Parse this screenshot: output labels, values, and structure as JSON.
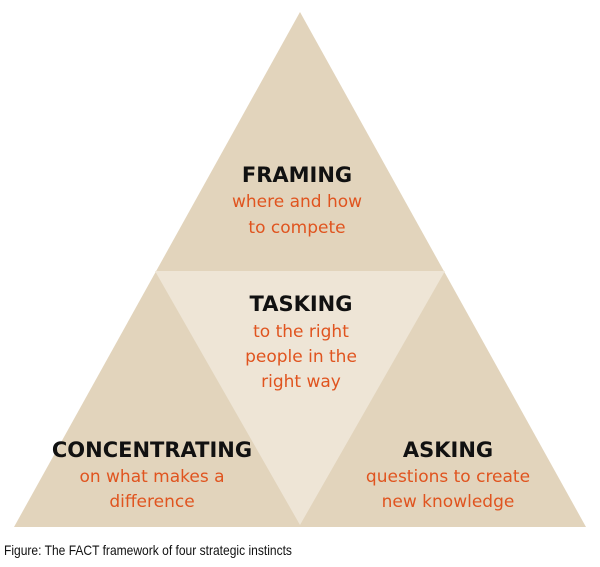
{
  "colors": {
    "outer_fill": "#e2d4bc",
    "inner_fill": "#eee5d6",
    "heading_text": "#111111",
    "description_text": "#e0541f"
  },
  "sections": {
    "framing": {
      "title": "FRAMING",
      "lines": [
        "where and how",
        "to compete"
      ]
    },
    "tasking": {
      "title": "TASKING",
      "lines": [
        "to the right",
        "people in the",
        "right way"
      ]
    },
    "concentrating": {
      "title": "CONCENTRATING",
      "lines": [
        "on what makes a",
        "difference"
      ]
    },
    "asking": {
      "title": "ASKING",
      "lines": [
        "questions to create",
        "new knowledge"
      ]
    }
  },
  "caption": "Figure: The FACT framework of four strategic instincts"
}
